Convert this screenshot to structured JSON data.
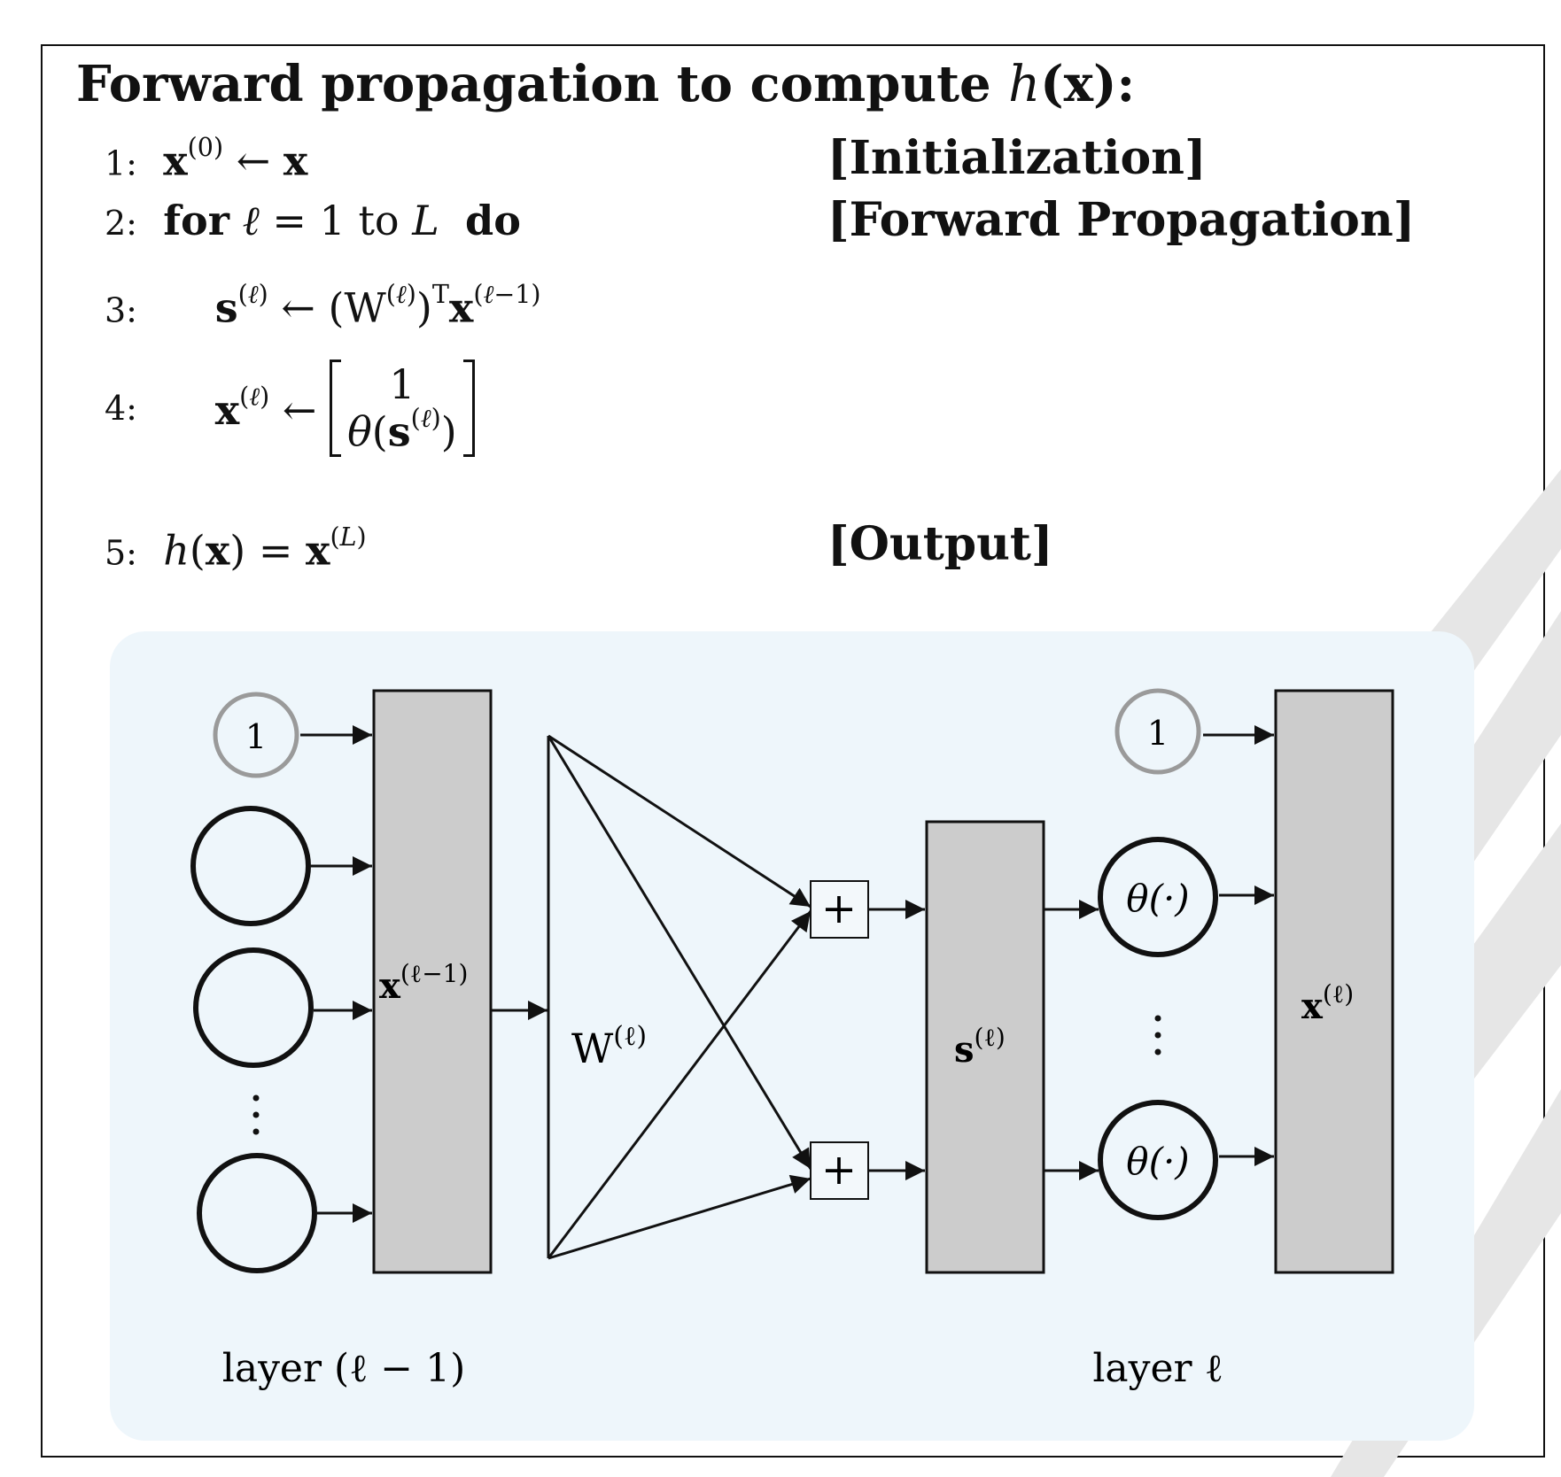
{
  "title": {
    "text": "Forward propagation to compute ",
    "func": "h",
    "arg": "(x):"
  },
  "lines": [
    {
      "num": "1:",
      "note": "[Initialization]"
    },
    {
      "num": "2:",
      "kw_for": "for",
      "var": "ℓ",
      "eq": " = 1 ",
      "kw_to": "to",
      "L": "L",
      "kw_do": "do",
      "note": "[Forward Propagation]"
    },
    {
      "num": "3:"
    },
    {
      "num": "4:",
      "one": "1"
    },
    {
      "num": "5:",
      "note": "[Output]"
    }
  ],
  "diagram": {
    "bias_label": "1",
    "bias_label_right": "1",
    "box_x_prev": "x",
    "box_x_prev_sup": "(ℓ−1)",
    "weight_label": "W",
    "weight_sup": "(ℓ)",
    "plus": "+",
    "box_s": "s",
    "box_s_sup": "(ℓ)",
    "theta": "θ(·)",
    "box_x": "x",
    "box_x_sup": "(ℓ)",
    "layer_left": "layer (ℓ − 1)",
    "layer_right": "layer ℓ"
  },
  "colors": {
    "panel": "#eef6fb",
    "box": "#cccccc",
    "bias_stroke": "#9a9a9a",
    "watermark": "#e4e4e4"
  }
}
